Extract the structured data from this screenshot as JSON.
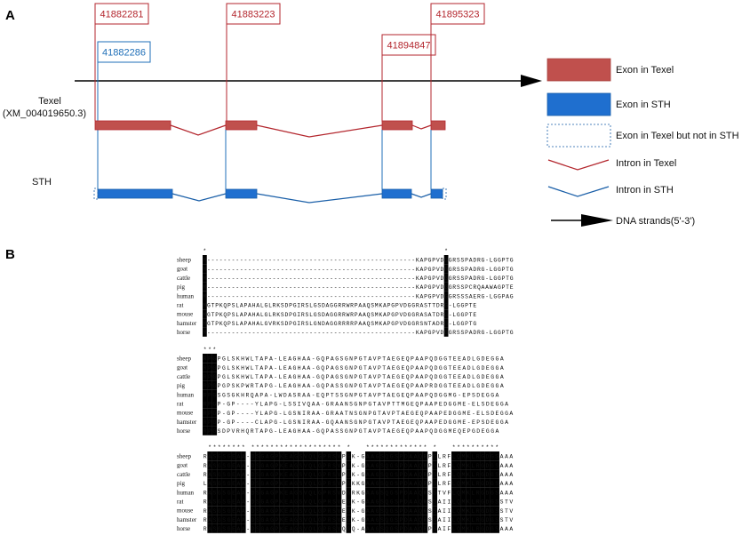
{
  "panels": {
    "a": "A",
    "b": "B"
  },
  "tracks": {
    "texel_label": "Texel",
    "texel_accession": "(XM_004019650.3)",
    "sth_label": "STH"
  },
  "positions": [
    {
      "value": "41882281",
      "color": "red"
    },
    {
      "value": "41882286",
      "color": "blue"
    },
    {
      "value": "41883223",
      "color": "red"
    },
    {
      "value": "41894847",
      "color": "red"
    },
    {
      "value": "41895323",
      "color": "red"
    }
  ],
  "legend": [
    {
      "label": "Exon  in Texel"
    },
    {
      "label": "Exon in STH"
    },
    {
      "label": "Exon in Texel but not in STH"
    },
    {
      "label": "Intron in Texel"
    },
    {
      "label": "Intron in STH"
    },
    {
      "label": "DNA strands(5'-3')"
    }
  ],
  "colors": {
    "texel_exon": "#c0504d",
    "texel_stroke": "#b3262d",
    "sth_exon": "#1f6fcf",
    "sth_stroke": "#1a5fa8"
  },
  "species": [
    "sheep",
    "goat",
    "cattle",
    "pig",
    "human",
    "rat",
    "mouse",
    "hamster",
    "horse"
  ],
  "alignment_blocks": [
    {
      "rows": [
        "M---------------------------------------------------KAPGPVDGGRSSPADRG-LGGPTG",
        "M---------------------------------------------------KAPGPVDGGRSSPADRG-LGGPTG",
        "M---------------------------------------------------KAPGPVDGGRSSPADRG-LGGPTG",
        "M---------------------------------------------------KAPGPVDGGRSSPCRQAAWAGPTE",
        "M---------------------------------------------------KAPGPVDGGRSSSAERG-LGGPAG",
        "MGTPKQPSLAPAHALGLRKSDPGIRSLGSDAGGRRWRPAAQSMKAPGPVDGGRASTTDRG-LGGPTE",
        "MGTPKQPSLAPAHALGLRKSDPGIRSLGSDAGGRRWRPAAQSMKAPGPVDGGRASATDRG-LGGPTE",
        "MGTPKQPSLAPAHALGVRKSDPGIRSLGNDAGGRRRRPAAQSMKAPGPVDGGRSNTADRG-LGGPTG",
        "M---------------------------------------------------KAPGPVDGGRSSPADRG-LGGPTG"
      ]
    },
    {
      "rows": [
        "RPGPGLSKHWLTAPA-LEAGHAA-GQPAGSGNPGTAVPTAEGEQPAAPQDGGTEEADLGDEGGA",
        "RPGPGLSKHWLTAPA-LEAGHAA-GQPAGSGNPGTAVPTAEGEQPAAPQDGGTEEADLGDEGGA",
        "RPGPGLSKHWLTAPA-LEAGHAA-GQPAGSGNPGTAVPTAEGEQPAAPQDGGTEEADLGDEGGA",
        "RPGPGPSKPWRTAPG-LEAGHAA-GQPASSGNPGTAVPTAEGEQPAAPRDGGTEEADLGDEGGA",
        "RPGSGSGKHRQAPA-LWDASRAA-EQPTSSGNPGTAVPTAEGEQPAAPQDGGMG-EPSDEGGA",
        "RPGP-GP----YLAPG-LSSIVQAA-GRAANSGNPGTAVPTTMGEQPAAPEDGGME-ELSDEGGA",
        "RPGP-GP----YLAPG-LGSNIRAA-GRAATNSGNPGTAVPTAEGEQPAAPEDGGME-ELSDEGGA",
        "RPGP-GP----CLAPG-LGSNIRAA-GQAANSGNPGTAVPTAEGEQPAAPEDGGME-EPSDEGGA",
        "RPGSDPVRHQRTAPG-LEAGHAA-GQPASSGNPGTAVPTAEGEQPAAPQDGGMEQEPGDEGGA"
      ]
    },
    {
      "rows": [
        "RASGSGEAA-DSGAGPKEAGSVQLGPRSVPGK-GAAGSQGSPDAAQRPSLRFLQMKLRGDGSAAA",
        "RASGSGEAA-DSGAGPKEAGSVQLGPRSVPGK-GAAGSQGSPDAAQRPSLRFLQMKLRGDGSAAA",
        "RASGSGEAA-DSGAGPKEAGSVQLGPRSVPGK-GAAGSQGSPDAAQRPSLRFLQMKLRGDGSAAA",
        "LASGSGEAA-DSGAGPKEAGSVQLGPRSVPGKKGAAGSQGSPDAAQRPSLRFLQMKLRGDGSAAA",
        "RASGSGEAA-DSGAGPKEAGSVQLGPRSVDGRKGAAGSQGSPDAAQRSSTVFLQMKLRGDGSAAA",
        "RASGSGEAA-DSGAGPKEAGSVQLGPRSVEGK-GAAGSQGSPDAAQRSSAIILQMKLRGDGSSTV",
        "RASGSGEAA-DSGAGPKEAGSVQLGPRSVEGK-GAAGSQGSPDAAQRSSAIILQMKLRGDGSSTV",
        "RASGSGEAA-DSGAGPKEAGSVQLGPRSVEGK-GAAGSQGSPDAAQRSSAIILQMKLRGDGSSTV",
        "RASGSGEAA-DSGAGPKEAGSVQLGPRSVQGQ-AAAGSQGSPDAAQRPSAIFLQMKLRGDGSAAA"
      ]
    }
  ]
}
